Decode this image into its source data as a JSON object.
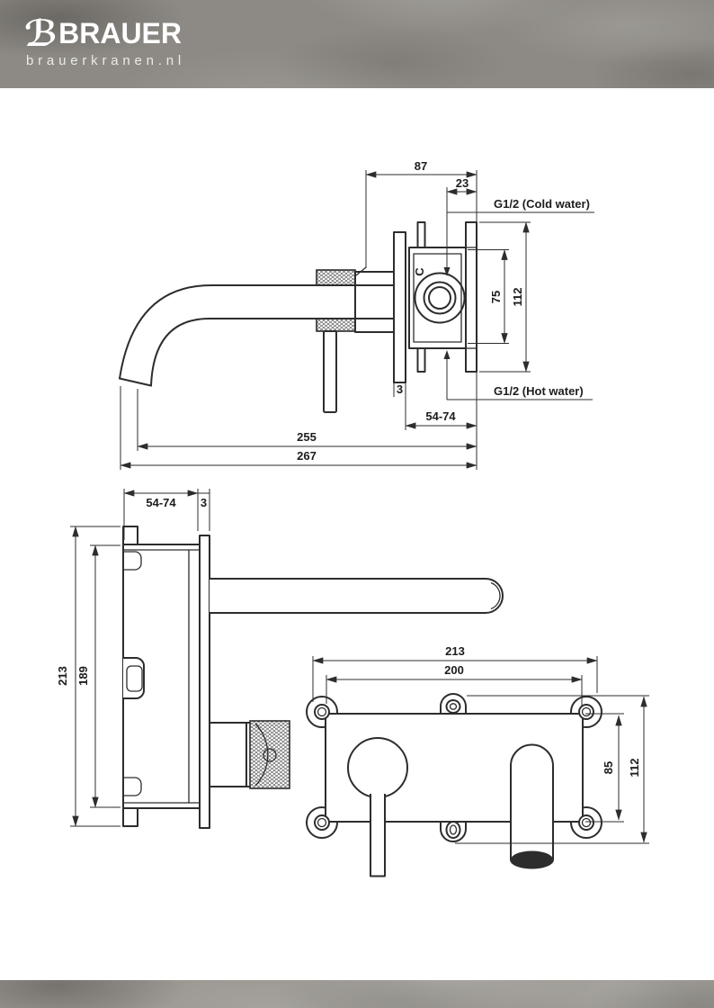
{
  "header": {
    "brand_initial": "ℬ",
    "brand_name": "BRAUER",
    "brand_domain": "brauerkranen.nl"
  },
  "colors": {
    "band_gray": "#8d8a85",
    "footer_gray": "#9b9892",
    "line": "#2d2d2d",
    "background": "#ffffff"
  },
  "drawing": {
    "top_view": {
      "dim_spout_to_wall": "87",
      "dim_plate_offset": "23",
      "cold_label": "G1/2 (Cold water)",
      "hot_label": "G1/2 (Hot water)",
      "dim_port_spacing": "75",
      "dim_flange_height": "112",
      "dim_plate_thickness": "3",
      "dim_built_in_depth": "54-74",
      "dim_spout_reach": "255",
      "dim_total_reach": "267",
      "valve_marking": "C"
    },
    "side_view": {
      "dim_built_in_depth": "54-74",
      "dim_plate_thickness": "3",
      "dim_height_outer": "213",
      "dim_height_inner": "189"
    },
    "front_view": {
      "dim_width_outer": "213",
      "dim_hole_spacing": "200",
      "dim_plate_height": "85",
      "dim_height_outer": "112"
    }
  }
}
